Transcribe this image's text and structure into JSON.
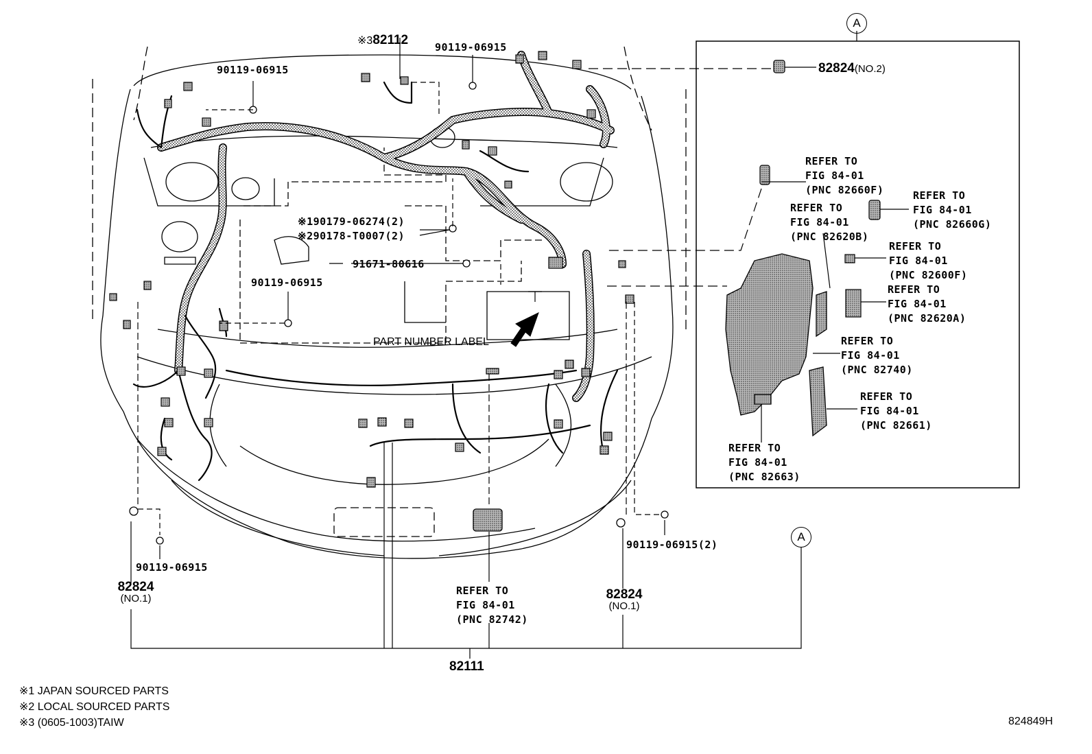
{
  "callouts": {
    "a_top": "A",
    "a_bottom": "A"
  },
  "parts": {
    "p82112_prefix": "※3",
    "p82112": "82112",
    "bolt_top_left": "90119-06915",
    "bolt_top_center": "90119-06915",
    "bolt_mid_left": "90119-06915",
    "bolt_bottom_left": "90119-06915",
    "bolt_bottom_right": "90119-06915(2)",
    "clip_1": "※190179-06274(2)",
    "clip_2": "※290178-T0007(2)",
    "clip_3": "91671-80616",
    "part_label": "PART NUMBER LABEL",
    "p82824_no2": "82824",
    "p82824_no2_suffix": "(NO.2)",
    "p82824_left": "82824",
    "p82824_left_suffix": "(NO.1)",
    "p82824_right": "82824",
    "p82824_right_suffix": "(NO.1)",
    "p82111": "82111",
    "diagram_code": "824849H"
  },
  "refer": {
    "r82660F": [
      "REFER TO",
      "FIG 84-01",
      "(PNC 82660F)"
    ],
    "r82620B": [
      "REFER TO",
      "FIG 84-01",
      "(PNC 82620B)"
    ],
    "r82660G": [
      "REFER TO",
      "FIG 84-01",
      "(PNC 82660G)"
    ],
    "r82600F": [
      "REFER TO",
      "FIG 84-01",
      "(PNC 82600F)"
    ],
    "r82620A": [
      "REFER TO",
      "FIG 84-01",
      "(PNC 82620A)"
    ],
    "r82740": [
      "REFER TO",
      "FIG 84-01",
      "(PNC 82740)"
    ],
    "r82661": [
      "REFER TO",
      "FIG 84-01",
      "(PNC 82661)"
    ],
    "r82663": [
      "REFER TO",
      "FIG 84-01",
      "(PNC 82663)"
    ],
    "r82742": [
      "REFER TO",
      "FIG 84-01",
      "(PNC 82742)"
    ]
  },
  "footnotes": [
    "※1 JAPAN SOURCED PARTS",
    "※2 LOCAL SOURCED PARTS",
    "※3 (0605-1003)TAIW"
  ]
}
